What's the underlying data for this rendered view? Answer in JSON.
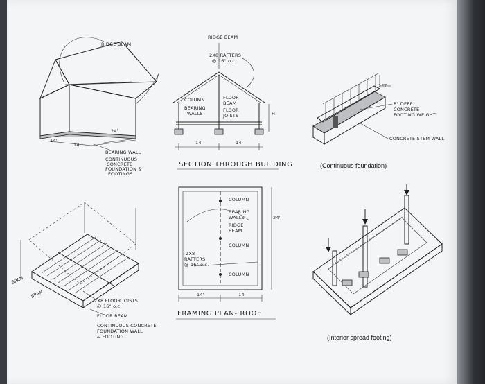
{
  "house": {
    "ridge_beam": "RIDGE BEAM",
    "dim_24": "24'",
    "dim_14a": "14'",
    "dim_14b": "14'",
    "bearing_wall": "BEARING WALL",
    "continuous_1": "CONTINUOUS",
    "continuous_2": "CONCRETE",
    "continuous_3": "FOUNDATION &",
    "continuous_4": "FOOTINGS"
  },
  "section": {
    "ridge_beam": "RIDGE BEAM",
    "rafters_1": "2X8 RAFTERS",
    "rafters_2": "@ 16\" o.c.",
    "column": "COLUMN",
    "floor_beam_1": "FLOOR",
    "floor_beam_2": "BEAM",
    "bearing_walls_1": "BEARING",
    "bearing_walls_2": "WALLS",
    "floor_joists_1": "FLOOR",
    "floor_joists_2": "JOISTS",
    "h": "H",
    "dim_a": "14'",
    "dim_b": "14'",
    "title": "SECTION THROUGH BUILDING"
  },
  "foundation": {
    "dim_2ft": "2FT.",
    "deep_1": "8\" DEEP",
    "deep_2": "CONCRETE",
    "deep_3": "FOOTING WEIGHT",
    "stem_wall": "CONCRETE STEM WALL",
    "caption": "(Continuous foundation)"
  },
  "floor_frame": {
    "joists_1": "2X8 FLOOR JOISTS",
    "joists_2": "@ 16\" o.c.",
    "floor_beam": "FLOOR BEAM",
    "found_1": "CONTINUOUS CONCRETE",
    "found_2": "FOUNDATION WALL",
    "found_3": "& FOOTING",
    "span_a": "SPAN",
    "span_b": "SPAN"
  },
  "plan": {
    "column_1": "COLUMN",
    "bearing_walls_1": "BEARING",
    "bearing_walls_2": "WALLS",
    "ridge_beam_1": "RIDGE",
    "ridge_beam_2": "BEAM",
    "column_2": "COLUMN",
    "rafters_1": "2X8",
    "rafters_2": "RAFTERS",
    "rafters_3": "@ 16\" o.c.",
    "column_3": "COLUMN",
    "dim_24": "24'",
    "dim_a": "14'",
    "dim_b": "14'",
    "title": "FRAMING PLAN- ROOF"
  },
  "spread": {
    "caption": "(Interior spread footing)"
  }
}
